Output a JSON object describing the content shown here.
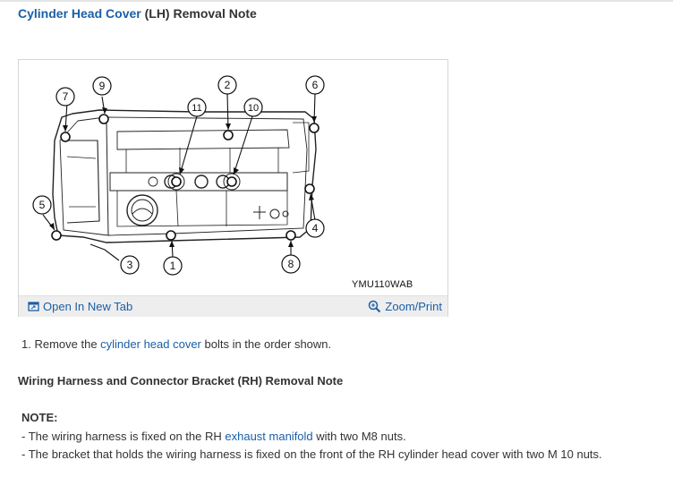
{
  "heading": {
    "link_text": "Cylinder Head Cover",
    "rest_text": " (LH) Removal Note"
  },
  "figure": {
    "code": "YMU110WAB",
    "callouts": [
      "1",
      "2",
      "3",
      "4",
      "5",
      "6",
      "7",
      "8",
      "9",
      "10",
      "11"
    ],
    "open_tab_label": "Open In New Tab",
    "zoom_label": "Zoom/Print"
  },
  "step": {
    "prefix": "1. Remove the ",
    "link_text": "cylinder head cover",
    "suffix": " bolts in the order shown."
  },
  "subheading": "Wiring Harness and Connector Bracket (RH) Removal Note",
  "note": {
    "title": "NOTE:",
    "line1": {
      "prefix": "-  The wiring harness is fixed on the RH ",
      "link_text": "exhaust manifold",
      "suffix": " with two M8 nuts."
    },
    "line2": {
      "text": "-  The bracket that holds the wiring harness is fixed on the front of the RH cylinder head cover with two M 10 nuts."
    }
  },
  "colors": {
    "link": "#1a5fa8",
    "text": "#333333",
    "figure_bar": "#eeeeee"
  }
}
